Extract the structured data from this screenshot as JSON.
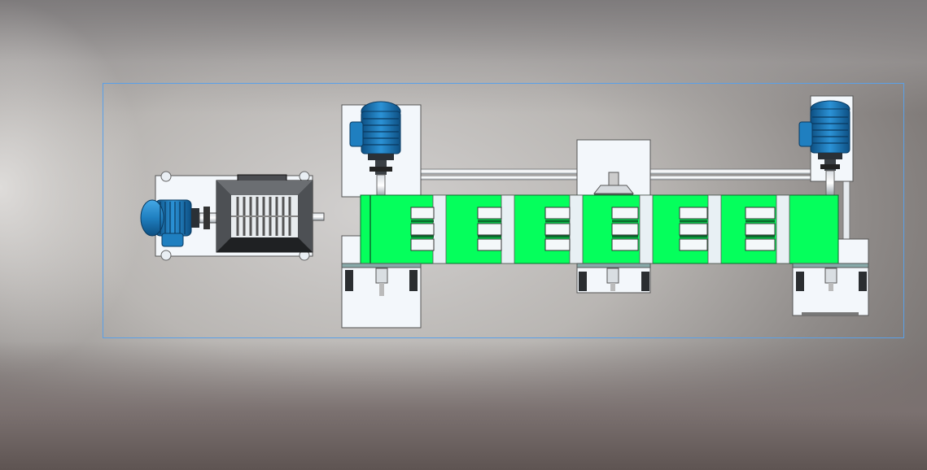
{
  "scene": {
    "type": "cad-top-view",
    "components": [
      "shredder-motor",
      "shredder",
      "conveyor-motor-left",
      "conveyor-motor-right",
      "green-conveyor",
      "gearbox-center"
    ]
  },
  "colors": {
    "motor_blue": "#1f7fc0",
    "motor_blue_dark": "#0d4f82",
    "conveyor_green": "#05ff5c",
    "frame_white": "#f3f7fb",
    "selection_blue": "#5aa0e8",
    "shredder_dark": "#3a3a3a"
  },
  "icons": {
    "motor": "electric-motor-icon",
    "shredder": "shredder-icon"
  }
}
